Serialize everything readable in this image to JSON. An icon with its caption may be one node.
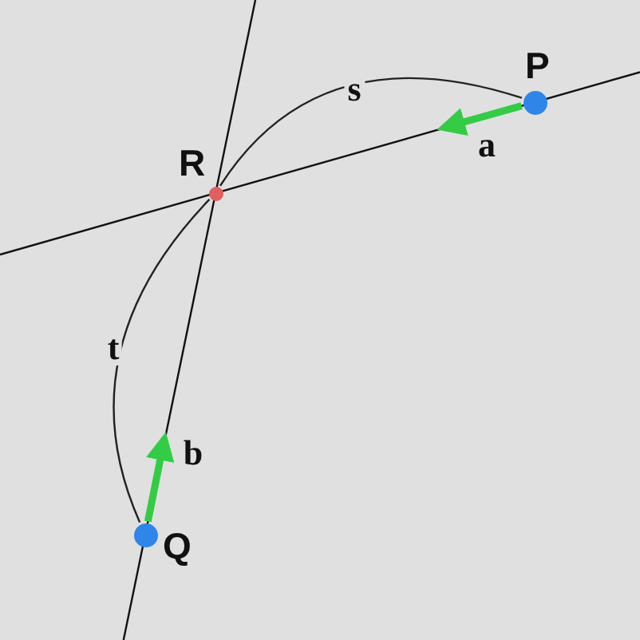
{
  "diagram": {
    "nodes": [
      {
        "text": [
          "P"
        ]
      },
      {
        "text": [
          "R"
        ]
      },
      {
        "text": [
          "Q"
        ]
      }
    ],
    "edges": [
      {
        "from": 1,
        "to": 0,
        "arrow": "none",
        "label": "s"
      },
      {
        "from": 1,
        "to": 2,
        "arrow": "none",
        "label": "t"
      },
      {
        "from": 0,
        "to": null,
        "arrow": "to",
        "label": "a",
        "style": "thick",
        "color": "#33cc44"
      },
      {
        "from": 2,
        "to": null,
        "arrow": "to",
        "label": "b",
        "style": "thick",
        "color": "#33cc44"
      }
    ]
  }
}
